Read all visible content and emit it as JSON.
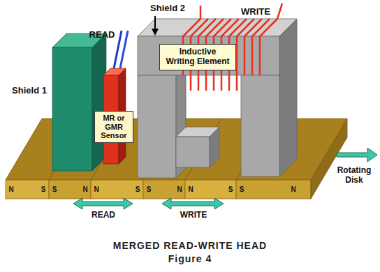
{
  "diagram": {
    "title": "MERGED READ-WRITE HEAD",
    "caption": "Figure 4",
    "nodes": [
      {
        "text": [
          "Inductive Writing Element"
        ]
      },
      {
        "text": [
          "MR or GMR Sensor"
        ]
      }
    ],
    "labels": [
      "Shield 2",
      "WRITE",
      "READ",
      "Shield 1",
      "N",
      "S",
      "S",
      "N",
      "N",
      "S",
      "S",
      "N",
      "N",
      "S",
      "S",
      "N",
      "READ",
      "WRITE",
      "Rotating Disk"
    ]
  }
}
